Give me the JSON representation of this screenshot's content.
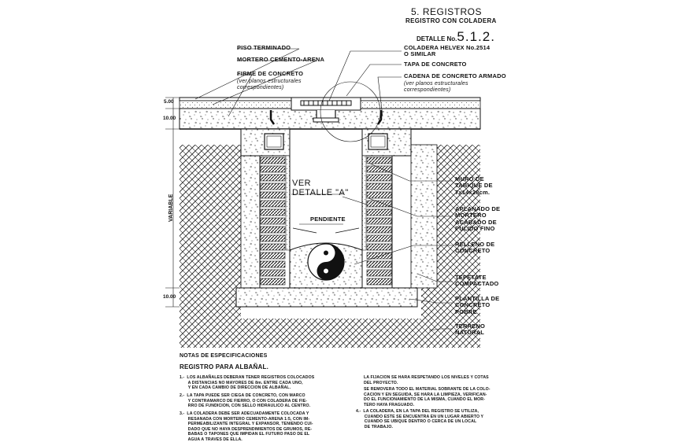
{
  "header": {
    "section_title": "5. REGISTROS",
    "subtitle": "REGISTRO CON COLADERA",
    "detail_prefix": "DETALLE No.",
    "detail_number": "5.1.2."
  },
  "labels_left": {
    "piso": "PISO TERMINADO",
    "mortero": "MORTERO CEMENTO-ARENA",
    "firme": "FIRME DE CONCRETO",
    "firme_note": "(ver planos estructurales\ncorrespondientes)"
  },
  "labels_right": {
    "coladera": "COLADERA HELVEX No.2514\nO SIMILAR",
    "tapa": "TAPA DE CONCRETO",
    "cadena": "CADENA DE CONCRETO ARMADO",
    "cadena_note": "(ver planos estructurales\ncorrespondientes)",
    "muro": "MURO DE\nTABIQUE DE\n7x14x28cm.",
    "aplanado": "APLANADO DE\nMORTERO\nACABADO DE\nPULIDO FINO",
    "relleno": "RELLENO DE\nCONCRETO",
    "tepetate": "TEPETATE\nCOMPACTADO",
    "plantilla": "PLANTILLA DE\nCONCRETO\nPOBRE",
    "terreno": "TERRENO\nNATURAL"
  },
  "inner": {
    "ver_detalle": "VER\nDETALLE \"A\"",
    "pendiente": "PENDIENTE"
  },
  "dimensions": {
    "d1": "5.00",
    "d2": "10.00",
    "variable": "VARIABLE",
    "d3": "10.00"
  },
  "notes": {
    "title": "NOTAS DE ESPECIFICACIONES",
    "subtitle": "REGISTRO PARA ALBAÑAL.",
    "left": [
      "1.-  LOS ALBAÑALES DEBERAN TENER REGISTROS COLOCADOS\n       A DISTANCIAS NO MAYORES DE 8m. ENTRE CADA UNO,\n       Y EN CADA CAMBIO DE DIRECCION DE ALBAÑAL.",
      "2.-  LA TAPA PUEDE SER CIEGA DE CONCRETO, CON MARCO\n       Y CONTRAMARCO DE FIERRO, O CON COLADERA DE FIE-\n       RRO DE FUNDICION, CON SELLO HIDRAULICO AL CENTRO.",
      "3.-  LA COLADERA DEBE SER ADECUADAMENTE COLOCADA Y\n       RESANADA CON MORTERO CEMENTO-ARENA 1:5, CON IM-\n       PERMEABILIZANTE INTEGRAL Y EXPANSOR, TENIENDO CUI-\n       DADO QUE NO HAYA DESPRENDIMIENTOS DE GRUMOS, RE-\n       BABAS O TAPONES QUE IMPIDAN EL FUTURO PASO DE EL\n       AGUA A TRAVES DE ELLA."
    ],
    "right": [
      "LA FIJACION SE HARA RESPETANDO LOS NIVELES Y COTAS\nDEL PROYECTO.",
      "SE REMOVERA TODO EL MATERIAL SOBRANTE DE LA COLO-\nCACION Y EN SEGUIDA, SE HARA LA LIMPIEZA, VERIFICAN-\nDO EL FUNCIONAMIENTO DE LA MISMA, CUANDO EL MOR-\nTERO HAYA FRAGUADO.",
      "4.-  LA COLADERA, EN LA TAPA DEL REGISTRO SE UTILIZA,\n       CUANDO ESTE SE ENCUENTRA EN UN LUGAR ABIERTO Y\n       CUANDO SE UBIQUE DENTRO O CERCA DE UN LOCAL\n       DE TRABAJO."
    ]
  }
}
